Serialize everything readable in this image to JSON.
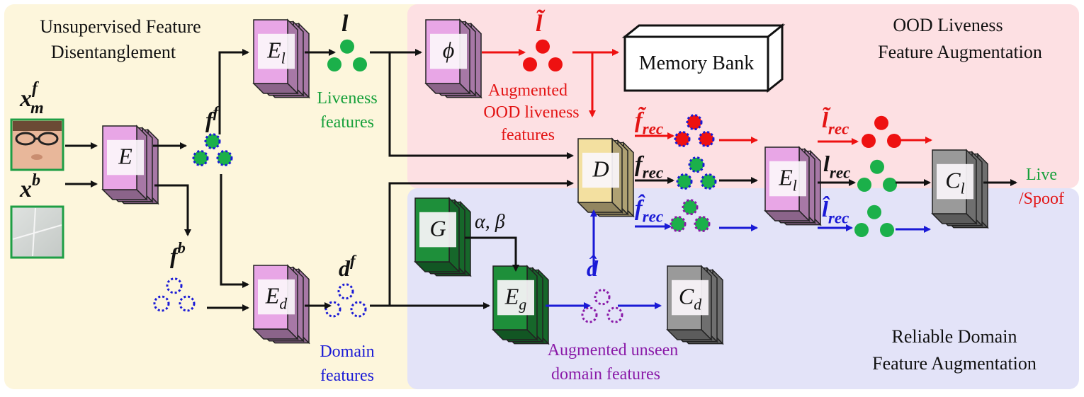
{
  "sections": {
    "unsupervised": [
      "Unsupervised Feature",
      "Disentanglement"
    ],
    "ood": [
      "OOD Liveness",
      "Feature Augmentation"
    ],
    "reliable": [
      "Reliable Domain",
      "Feature Augmentation"
    ]
  },
  "captions": {
    "liveness": [
      "Liveness",
      "features"
    ],
    "domain": [
      "Domain",
      "features"
    ],
    "augmented_ood": [
      "Augmented",
      "OOD liveness",
      "features"
    ],
    "augmented_unseen": [
      "Augmented unseen",
      "domain features"
    ],
    "memory_bank": "Memory Bank",
    "output_live": "Live",
    "output_spoof": "/Spoof",
    "alpha_beta": "α, β"
  },
  "inputs": {
    "x_m": {
      "base": "x",
      "sup": "f",
      "sub": "m"
    },
    "x_b": {
      "base": "x",
      "sup": "b"
    }
  },
  "encoders": {
    "E": {
      "base": "E"
    },
    "E_l": {
      "base": "E",
      "sub": "l"
    },
    "E_d": {
      "base": "E",
      "sub": "d"
    },
    "phi": {
      "base": "ϕ"
    },
    "D": {
      "base": "D"
    },
    "G": {
      "base": "G"
    },
    "E_g": {
      "base": "E",
      "sub": "g"
    },
    "E_l2": {
      "base": "E",
      "sub": "l"
    },
    "C_l": {
      "base": "C",
      "sub": "l"
    },
    "C_d": {
      "base": "C",
      "sub": "d"
    }
  },
  "symbols": {
    "f_f": {
      "base": "f",
      "sup": "f"
    },
    "f_b": {
      "base": "f",
      "sup": "b"
    },
    "l": {
      "base": "l"
    },
    "d_f": {
      "base": "d",
      "sup": "f"
    },
    "l_tilde": {
      "base": "l̃"
    },
    "d_hat": {
      "base": "d̂"
    },
    "f_rec_tilde": {
      "base": "f̃",
      "sub": "rec"
    },
    "f_rec": {
      "base": "f",
      "sub": "rec"
    },
    "f_rec_hat": {
      "base": "f̂",
      "sub": "rec"
    },
    "l_rec_tilde": {
      "base": "l̃",
      "sub": "rec"
    },
    "l_rec": {
      "base": "l",
      "sub": "rec"
    },
    "l_rec_hat": {
      "base": "l̂",
      "sub": "rec"
    }
  },
  "colors": {
    "yellow_bg": "#fdf6dc",
    "pink_bg": "#fde0e3",
    "lavender_bg": "#e3e3f8",
    "pink_block": "#e8a6e6",
    "green_block": "#1e8f3a",
    "yellow_block": "#f3e0a0",
    "gray_block": "#9a9a9a",
    "green_dot": "#1bb04a",
    "red_dot": "#ee1111",
    "blue_ring": "#1a1ad6",
    "purple_ring": "#8a1aa8"
  }
}
